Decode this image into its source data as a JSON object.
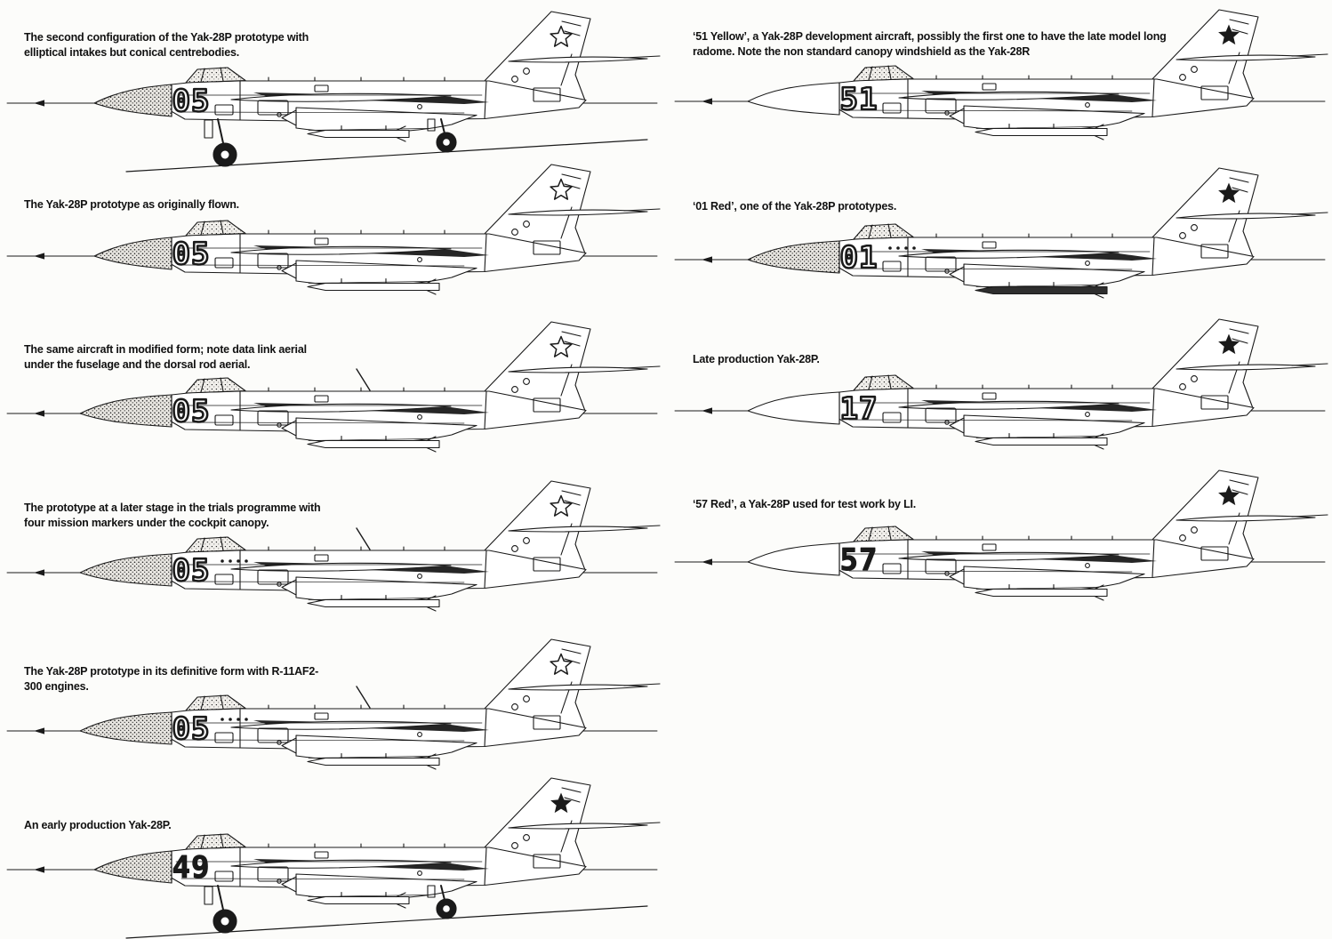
{
  "page": {
    "background": "#fcfcfa",
    "ink": "#1a1a1a",
    "title": "Yak-28P prototype and production variants — side profiles"
  },
  "figures": [
    {
      "id": "yak-28p-second-configuration",
      "caption": "The second configuration of the Yak-28P prototype with elliptical intakes but conical centrebodies.",
      "bort": "05",
      "bort_style": "outline",
      "nose_fill": "stipple",
      "nose_length": "medium",
      "gear": true,
      "mission_dots": 0,
      "aerial": false,
      "star_style": "outline",
      "missile_dark": false
    },
    {
      "id": "yak-28p-as-originally-flown",
      "caption": "The Yak-28P prototype as originally flown.",
      "bort": "05",
      "bort_style": "outline",
      "nose_fill": "stipple",
      "nose_length": "medium",
      "gear": false,
      "mission_dots": 0,
      "aerial": false,
      "star_style": "outline",
      "missile_dark": false
    },
    {
      "id": "yak-28p-modified-form",
      "caption": "The same aircraft in modified form; note data link aerial under the fuselage and the dorsal rod aerial.",
      "bort": "05",
      "bort_style": "outline",
      "nose_fill": "stipple",
      "nose_length": "long",
      "gear": false,
      "mission_dots": 0,
      "aerial": true,
      "star_style": "outline",
      "missile_dark": false
    },
    {
      "id": "yak-28p-trials-programme",
      "caption": "The prototype at a later stage in the trials programme with four mission markers under the cockpit canopy.",
      "bort": "05",
      "bort_style": "outline",
      "nose_fill": "stipple",
      "nose_length": "long",
      "gear": false,
      "mission_dots": 4,
      "aerial": true,
      "star_style": "outline",
      "missile_dark": false
    },
    {
      "id": "yak-28p-definitive-form",
      "caption": "The Yak-28P prototype in its definitive form with R-11AF2-300 engines.",
      "bort": "05",
      "bort_style": "outline",
      "nose_fill": "stipple",
      "nose_length": "long",
      "gear": false,
      "mission_dots": 4,
      "aerial": true,
      "star_style": "outline",
      "missile_dark": false
    },
    {
      "id": "yak-28p-early-production",
      "caption": "An early production Yak-28P.",
      "bort": "49",
      "bort_style": "solid",
      "nose_fill": "stipple",
      "nose_length": "medium",
      "gear": true,
      "mission_dots": 0,
      "aerial": false,
      "star_style": "solid",
      "missile_dark": false
    },
    {
      "id": "yak-28p-51-yellow",
      "caption": "‘51 Yellow’, a Yak-28P development aircraft, possibly the first one to have the late model long radome. Note the non standard canopy windshield as the Yak-28R",
      "bort": "51",
      "bort_style": "outline",
      "nose_fill": "white",
      "nose_length": "long",
      "gear": false,
      "mission_dots": 0,
      "aerial": false,
      "star_style": "solid",
      "missile_dark": false
    },
    {
      "id": "yak-28p-01-red",
      "caption": "‘01 Red’, one of the Yak-28P prototypes.",
      "bort": "01",
      "bort_style": "outline",
      "nose_fill": "stipple",
      "nose_length": "long",
      "gear": false,
      "mission_dots": 4,
      "aerial": false,
      "star_style": "solid",
      "missile_dark": true
    },
    {
      "id": "yak-28p-late-production",
      "caption": "Late production Yak-28P.",
      "bort": "17",
      "bort_style": "outline",
      "nose_fill": "white",
      "nose_length": "long",
      "gear": false,
      "mission_dots": 0,
      "aerial": false,
      "star_style": "solid",
      "missile_dark": false
    },
    {
      "id": "yak-28p-57-red",
      "caption": "‘57 Red’, a Yak-28P used for test work by LI.",
      "bort": "57",
      "bort_style": "solid",
      "nose_fill": "white",
      "nose_length": "long",
      "gear": false,
      "mission_dots": 0,
      "aerial": false,
      "star_style": "solid",
      "missile_dark": false
    }
  ]
}
